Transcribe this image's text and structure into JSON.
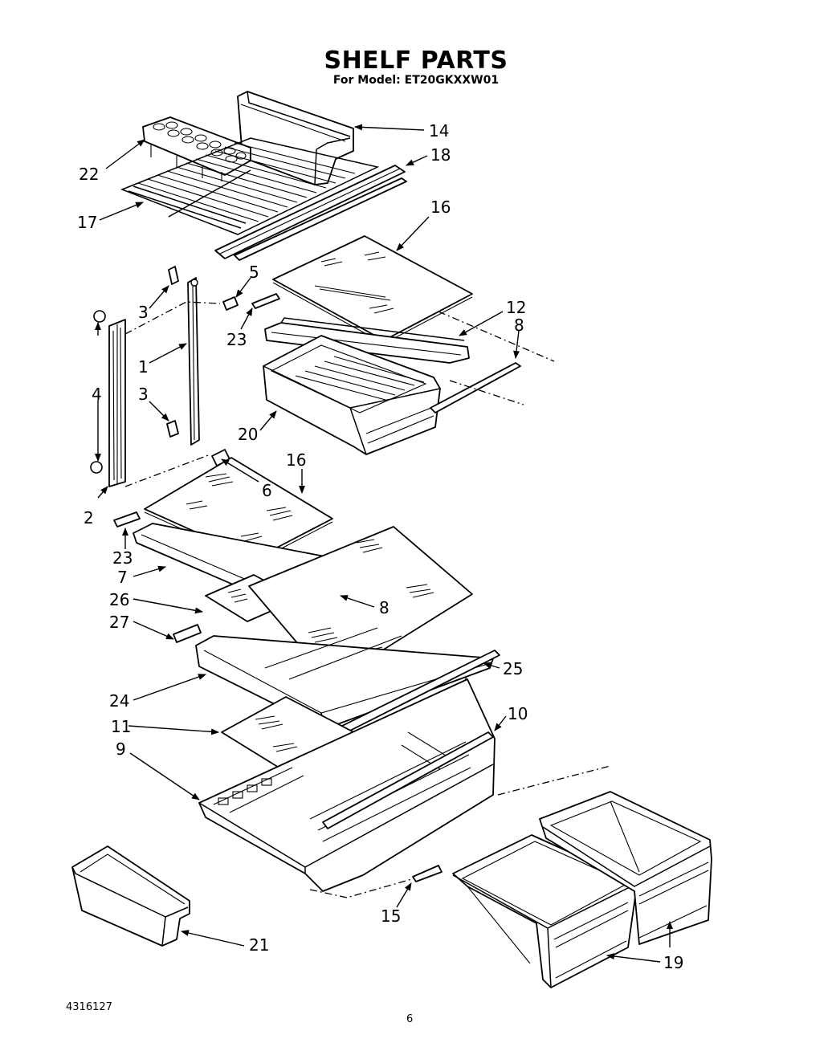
{
  "title": "SHELF PARTS",
  "subtitle": "For Model: ET20GKXXW01",
  "document_number": "4316127",
  "page_number": "6",
  "callouts": {
    "c1": "1",
    "c2": "2",
    "c3a": "3",
    "c3b": "3",
    "c4": "4",
    "c5": "5",
    "c6": "6",
    "c7": "7",
    "c8a": "8",
    "c8b": "8",
    "c9": "9",
    "c10": "10",
    "c11": "11",
    "c12": "12",
    "c14": "14",
    "c15": "15",
    "c16a": "16",
    "c16b": "16",
    "c17": "17",
    "c18": "18",
    "c19": "19",
    "c20": "20",
    "c21": "21",
    "c22": "22",
    "c23a": "23",
    "c23b": "23",
    "c24": "24",
    "c25": "25",
    "c26": "26",
    "c27": "27"
  },
  "colors": {
    "ink": "#000000",
    "paper": "#ffffff"
  }
}
